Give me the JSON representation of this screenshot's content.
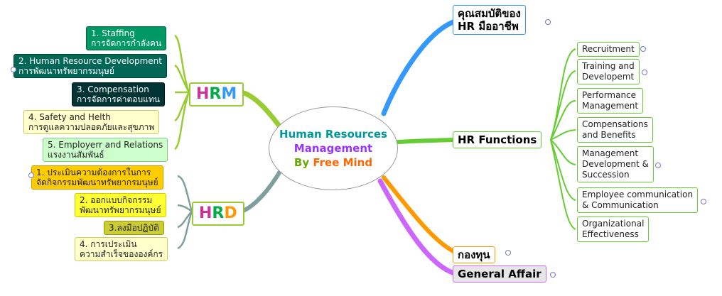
{
  "center": {
    "line1": "Human Resources",
    "line2": "Management",
    "line3_a": "By ",
    "line3_b": "Free Mind"
  },
  "hrm": {
    "label_h": "H",
    "label_r": "R",
    "label_m": "M",
    "items": [
      {
        "en": "1. Staffing",
        "th": "การจัดการกำลังคน"
      },
      {
        "en": "2. Human Resource Development",
        "th": "การพัฒนาทรัพยากรมนุษย์"
      },
      {
        "en": "3. Compensation",
        "th": "การจัดการค่าตอบแทน"
      },
      {
        "en": "4. Safety and Helth",
        "th": "การดูแลความปลอดภัยและสุขภาพ"
      },
      {
        "en": "5. Employerr and Relations",
        "th": "แรงงานสัมพันธ์"
      }
    ]
  },
  "hrd": {
    "label_h": "H",
    "label_r": "R",
    "label_d": "D",
    "items": [
      {
        "l1": "1. ประเมินความต้องการในการ",
        "l2": "จัดกิจกรรมพัฒนาทรัพยากรมนุษย์"
      },
      {
        "l1": "2. ออกแบบกิจกรรม",
        "l2": "พัฒนาทรัพยากรมนุษย์"
      },
      {
        "l1": "3.ลงมือปฏิบัติ",
        "l2": ""
      },
      {
        "l1": "4. การเประเมิน",
        "l2": "ความสำเร็จขององค์กร"
      }
    ]
  },
  "right": {
    "qual_l1": "คุณสมบัติของ",
    "qual_l2": "HR มืออาชีพ",
    "functions": "HR Functions",
    "fund": "กองทุน",
    "general": "General Affair",
    "function_items": [
      {
        "l1": "Recruitment",
        "l2": ""
      },
      {
        "l1": "Training and",
        "l2": "Developemt"
      },
      {
        "l1": "Performance",
        "l2": "Management"
      },
      {
        "l1": "Compensations",
        "l2": "and Benefits"
      },
      {
        "l1": "Management",
        "l2": "Development &",
        "l3": "Succession"
      },
      {
        "l1": "Employee communication",
        "l2": "& Communication"
      },
      {
        "l1": "Organizational",
        "l2": "Effectiveness"
      }
    ]
  },
  "colors": {
    "green": "#7ed321",
    "blue": "#3399ff",
    "orange": "#ff9900",
    "purple": "#cc66ff",
    "slate": "#7f9f9f",
    "hrm_teal": "#008866",
    "center_teal": "#009999",
    "center_purple": "#9933ff",
    "center_orange": "#ff6600",
    "center_green": "#66aa00"
  }
}
